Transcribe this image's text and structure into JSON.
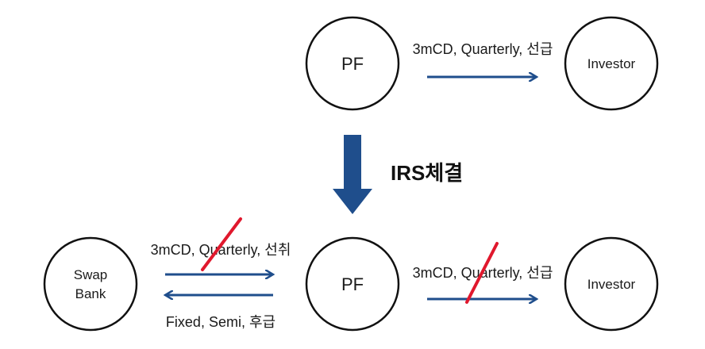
{
  "top": {
    "pf_label": "PF",
    "investor_label": "Investor",
    "flow_label": "3mCD, Quarterly, 선급"
  },
  "transition": {
    "label": "IRS체결"
  },
  "bottom": {
    "swap_bank_line1": "Swap",
    "swap_bank_line2": "Bank",
    "pf_label": "PF",
    "investor_label": "Investor",
    "pf_to_bank_label": "3mCD, Quarterly, 선취",
    "bank_to_pf_label": "Fixed, Semi, 후급",
    "pf_to_investor_label": "3mCD, Quarterly, 선급"
  },
  "colors": {
    "arrow": "#1f4e8c",
    "big_arrow": "#1f4e8c",
    "strike": "#e0182d"
  }
}
